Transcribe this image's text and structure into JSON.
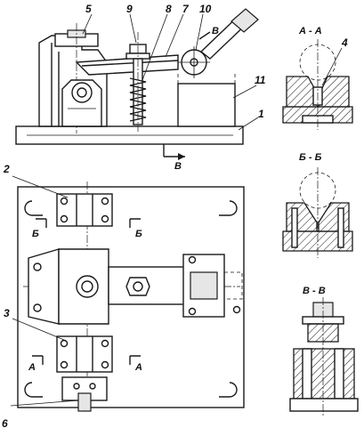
{
  "callouts": {
    "n1": "1",
    "n2": "2",
    "n3": "3",
    "n4": "4",
    "n5": "5",
    "n6": "6",
    "n7": "7",
    "n8": "8",
    "n9": "9",
    "n10": "10",
    "n11": "11"
  },
  "sections": {
    "aa_title": "А - А",
    "bb_title": "Б - Б",
    "vv_title": "В - В"
  },
  "cut_marks": {
    "b": "Б",
    "a": "А",
    "v": "В"
  }
}
